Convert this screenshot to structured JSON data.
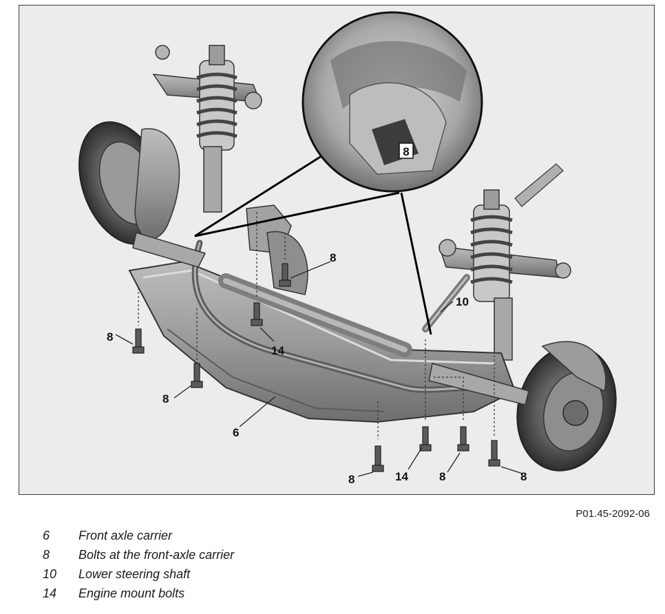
{
  "figure": {
    "code": "P01.45-2092-06",
    "callouts": {
      "detail_8": "8",
      "top_8": "8",
      "left_8": "8",
      "lower_8": "8",
      "bottom_8a": "8",
      "bottom_8b": "8",
      "bottom_8c": "8",
      "label_10": "10",
      "label_14_mid": "14",
      "label_14_bottom": "14",
      "label_6": "6"
    }
  },
  "legend": [
    {
      "number": "6",
      "text": "Front axle carrier"
    },
    {
      "number": "8",
      "text": "Bolts at the front-axle carrier"
    },
    {
      "number": "10",
      "text": "Lower steering shaft"
    },
    {
      "number": "14",
      "text": "Engine mount bolts"
    }
  ]
}
